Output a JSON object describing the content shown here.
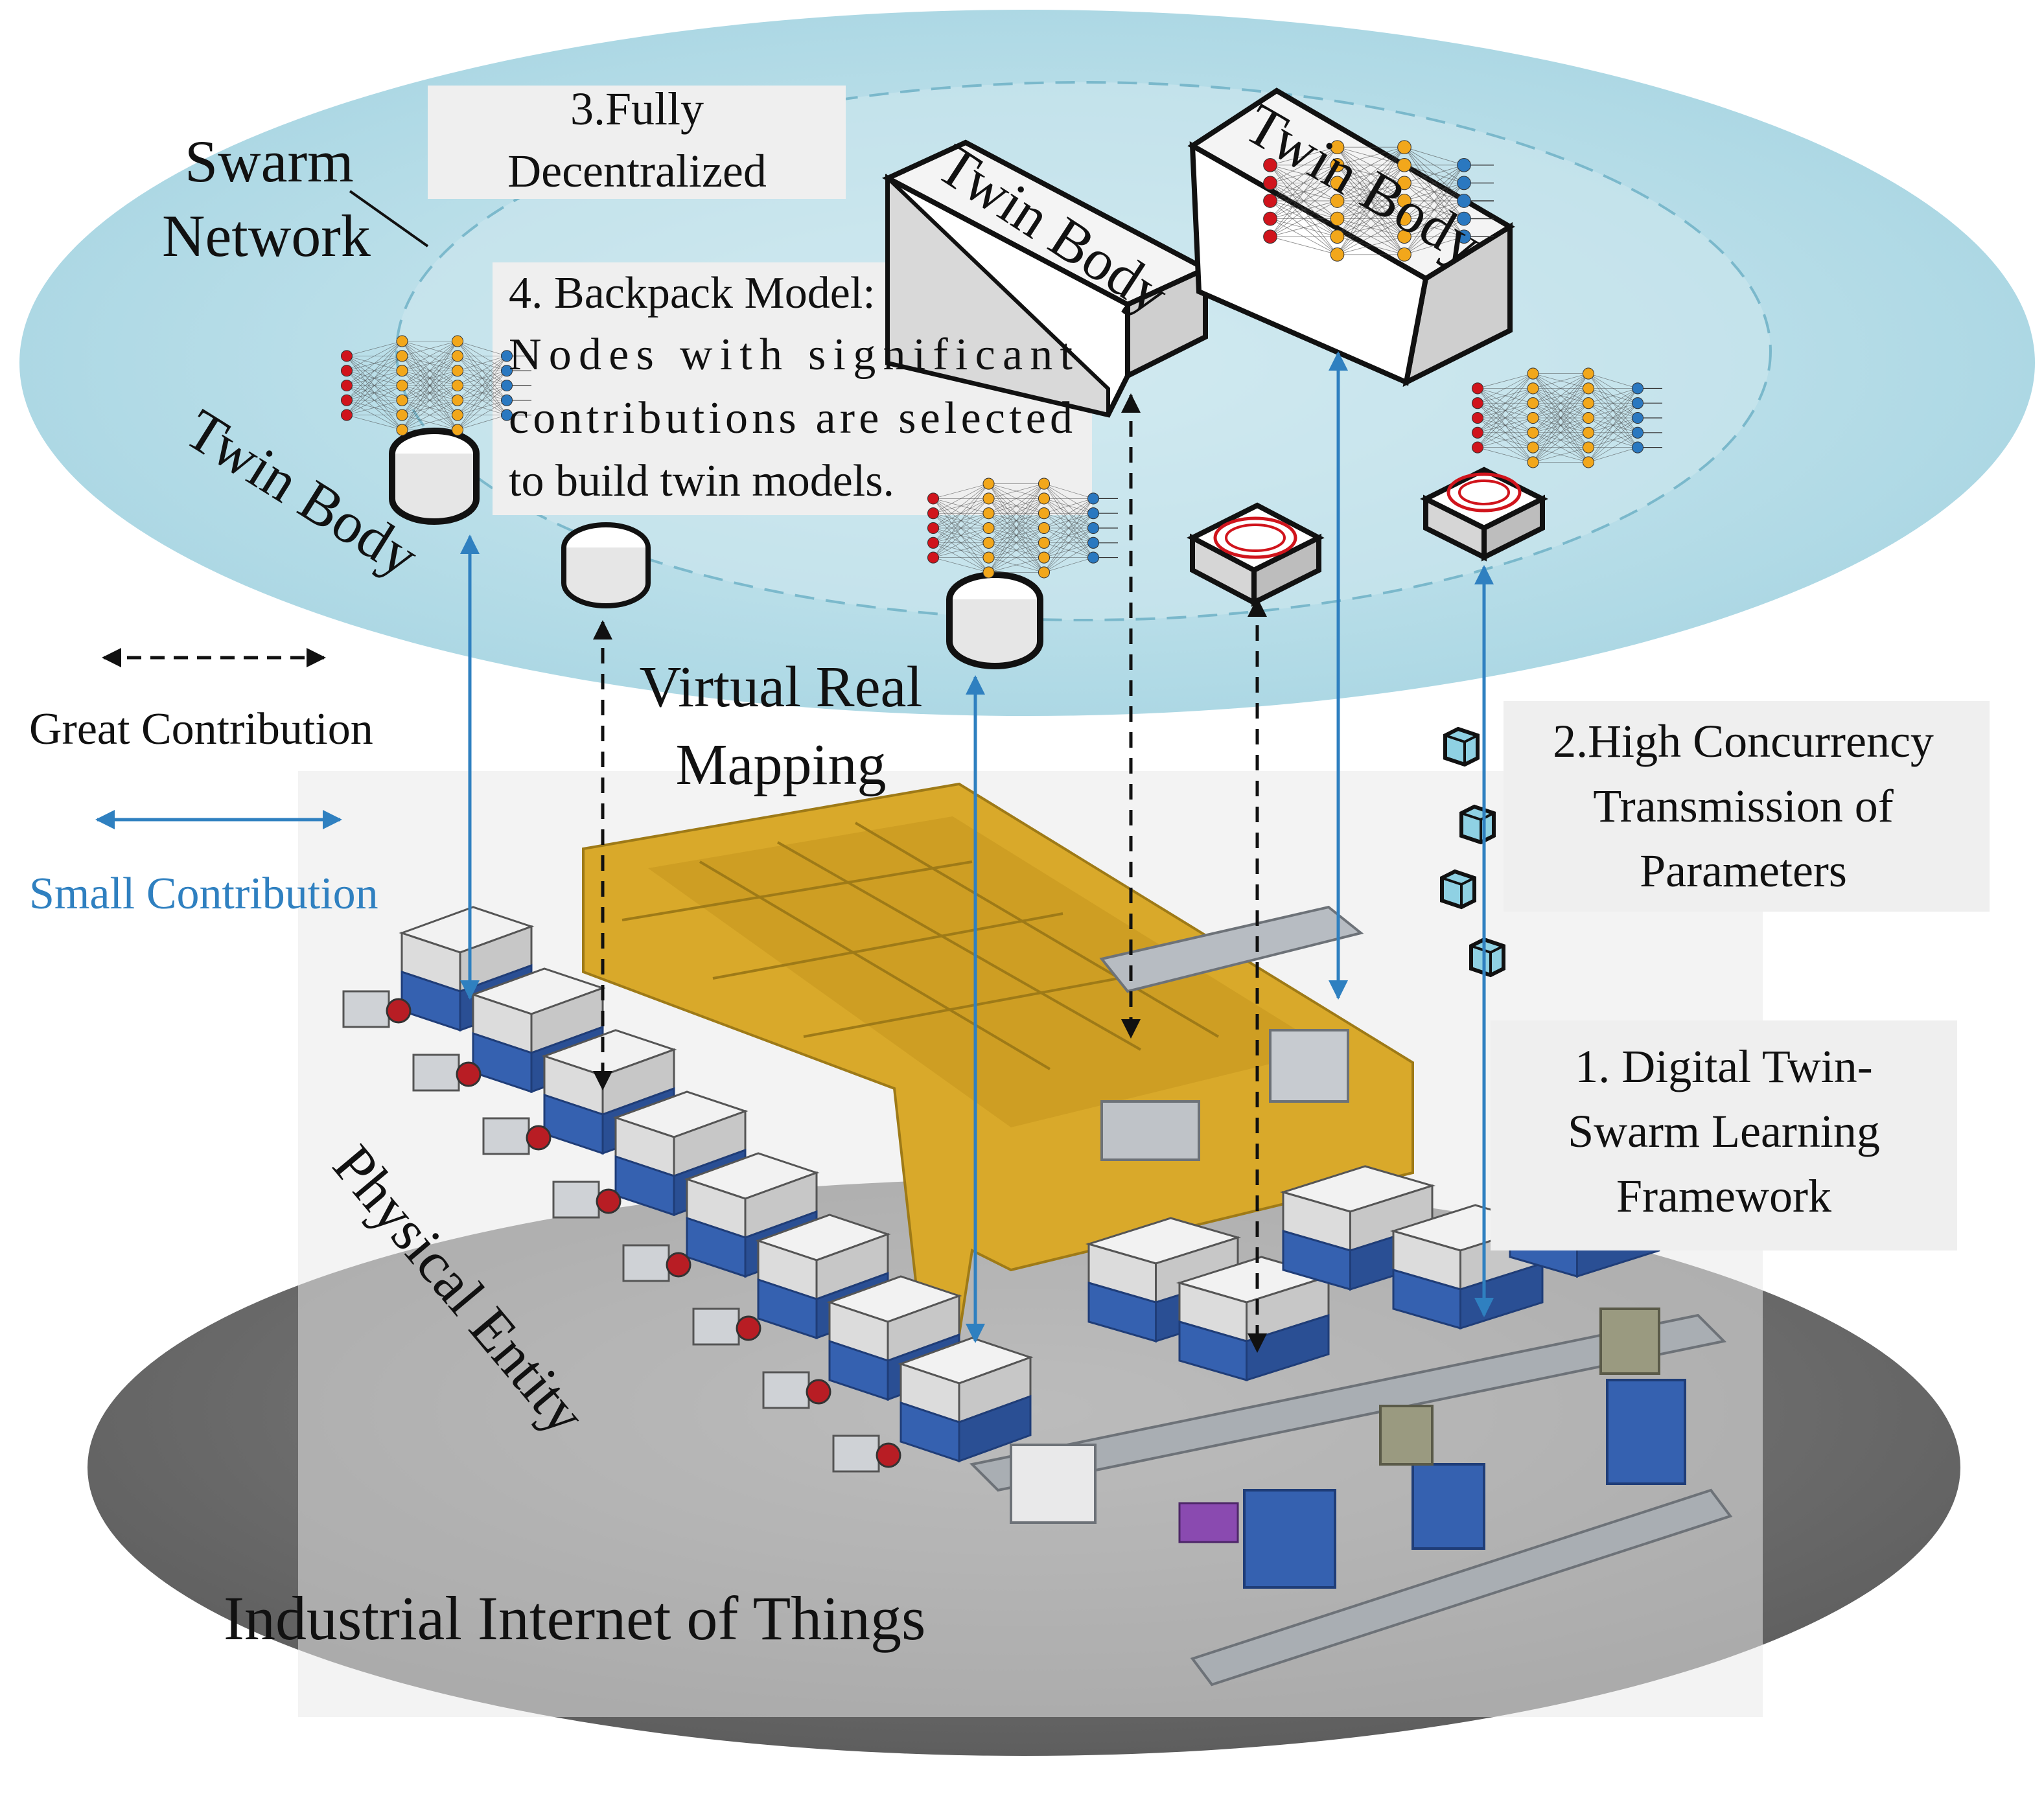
{
  "labels": {
    "swarm_network_line1": "Swarm",
    "swarm_network_line2": "Network",
    "fully_decentralized_line1": "3.Fully",
    "fully_decentralized_line2": "Decentralized",
    "backpack_line1": "4. Backpack Model:",
    "backpack_line2": "Nodes with significant",
    "backpack_line3": "contributions are selected",
    "backpack_line4": "to build twin models.",
    "twin_body": "Twin Body",
    "virtual_real_line1": "Virtual Real",
    "virtual_real_line2": "Mapping",
    "great_contribution": "Great Contribution",
    "small_contribution": "Small Contribution",
    "high_concurrency_line1": "2.High Concurrency",
    "high_concurrency_line2": "Transmission of",
    "high_concurrency_line3": "Parameters",
    "digital_twin_line1": "1. Digital Twin-",
    "digital_twin_line2": "Swarm Learning",
    "digital_twin_line3": "Framework",
    "physical_entity": "Physical Entity",
    "iiot": "Industrial Internet of Things"
  },
  "colors": {
    "swarm_ellipse": "#a9d6e3",
    "swarm_inner": "#c9e6ee",
    "physical_ellipse": "#6e6e6e",
    "great_arrow": "#111111",
    "small_arrow": "#2f80c0",
    "small_label": "#2f80c0",
    "label_box": "#efefef",
    "factory_yellow": "#d9a92a",
    "machine_blue": "#3561b0",
    "neuron_red": "#d0141c",
    "neuron_orange": "#f2a71b",
    "neuron_blue": "#2a78c0",
    "packet": "#8fd1e3"
  },
  "icons": {
    "network_node": "neural-net-icon",
    "storage_node": "database-cylinder-icon",
    "twin_box": "twin-body-box-icon",
    "target": "target-icon",
    "packet": "parameter-packet-icon"
  }
}
